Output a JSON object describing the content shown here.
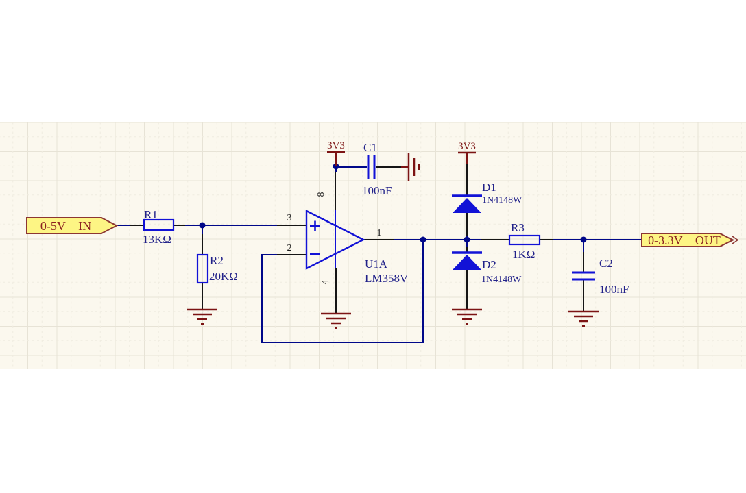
{
  "canvas": {
    "sheet_color": "#fbf8ee",
    "grid_major_color": "#e7e3d6",
    "grid_minor_color": "#f0ece0",
    "component_color": "#1212d6",
    "wire_color": "#000889",
    "pin_color": "#151515",
    "power_color": "#7c1414",
    "flag_fill": "#fdf584",
    "flag_border": "#8c3632"
  },
  "ports": {
    "input_label": "0-5V IN",
    "output_label": "0-3.3V OUT"
  },
  "power": {
    "opamp_rail_label": "3V3",
    "clamp_rail_label": "3V3"
  },
  "opamp": {
    "designator": "U1A",
    "part": "LM358V",
    "pin_output": "1",
    "pin_inverting": "2",
    "pin_noninverting": "3",
    "pin_vminus": "4",
    "pin_vplus": "8"
  },
  "resistors": {
    "r1": {
      "ref": "R1",
      "value": "13KΩ"
    },
    "r2": {
      "ref": "R2",
      "value": "20KΩ"
    },
    "r3": {
      "ref": "R3",
      "value": "1KΩ"
    }
  },
  "capacitors": {
    "c1": {
      "ref": "C1",
      "value": "100nF"
    },
    "c2": {
      "ref": "C2",
      "value": "100nF"
    }
  },
  "diodes": {
    "d1": {
      "ref": "D1",
      "value": "1N4148W"
    },
    "d2": {
      "ref": "D2",
      "value": "1N4148W"
    }
  }
}
